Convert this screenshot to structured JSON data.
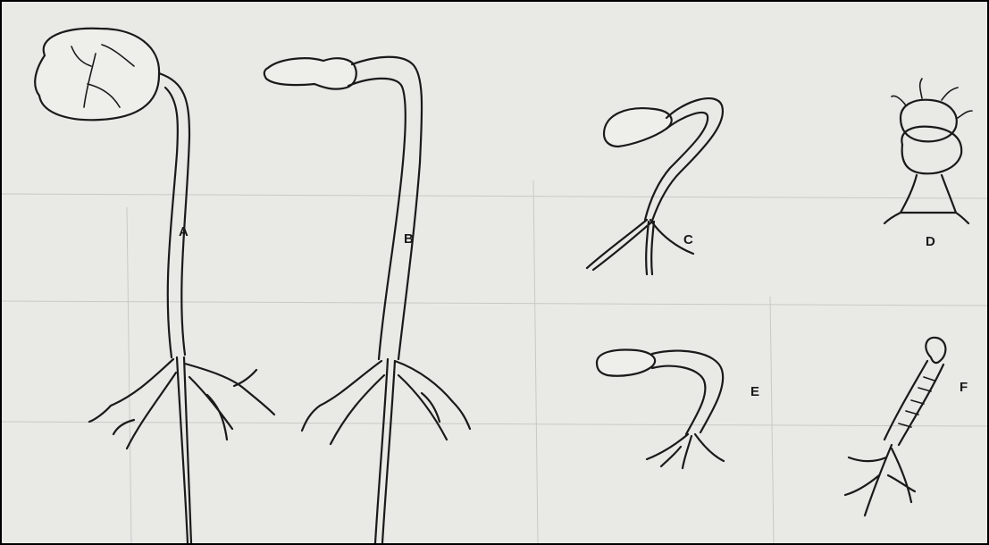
{
  "labels": {
    "a": "A",
    "b": "B",
    "c": "C",
    "d": "D",
    "e": "E",
    "f": "F"
  },
  "colors": {
    "paper": "#e9e9e6",
    "ink": "#1a1a1a"
  }
}
